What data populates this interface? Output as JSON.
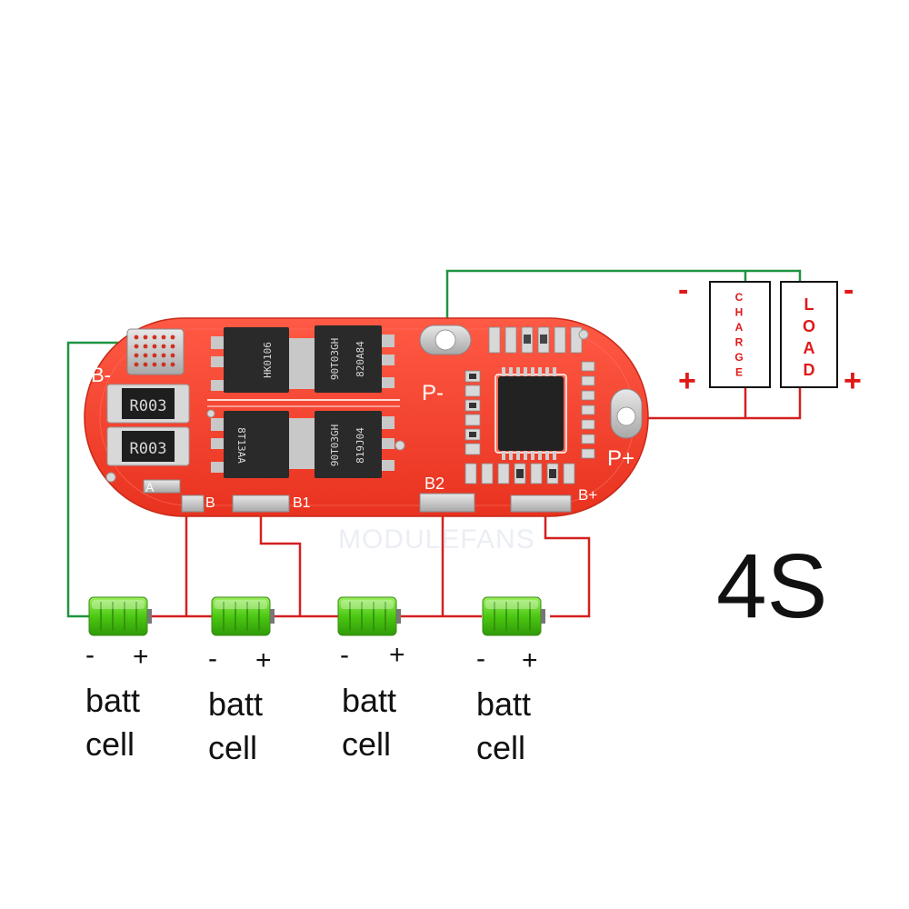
{
  "diagram_title": "4S",
  "board": {
    "pads": {
      "b_minus": "B-",
      "p_minus": "P-",
      "p_plus": "P+",
      "a": "A",
      "b": "B",
      "b1": "B1",
      "b2": "B2",
      "b_plus": "B+"
    },
    "resistor_marking_1": "R003",
    "resistor_marking_2": "R003",
    "mosfet_markings": [
      "HK0106",
      "90T03GH",
      "8T13AA",
      "90T03GH"
    ],
    "mosfet_codes": [
      "",
      "820A84",
      "",
      "819J04"
    ],
    "watermark": "MODULEFANS"
  },
  "terminals": {
    "charge": {
      "label": "CHARGE",
      "minus": "-",
      "plus": "+"
    },
    "load": {
      "label": "LOAD",
      "minus": "-",
      "plus": "+"
    }
  },
  "cells": [
    {
      "minus": "-",
      "plus": "+",
      "line1": "batt",
      "line2": "cell"
    },
    {
      "minus": "-",
      "plus": "+",
      "line1": "batt",
      "line2": "cell"
    },
    {
      "minus": "-",
      "plus": "+",
      "line1": "batt",
      "line2": "cell"
    },
    {
      "minus": "-",
      "plus": "+",
      "line1": "batt",
      "line2": "cell"
    }
  ],
  "colors": {
    "board_red": "#f04030",
    "wire_red": "#d42020",
    "wire_green": "#1e9440",
    "battery_green": "#5ccf1c",
    "label_red": "#e01818"
  }
}
